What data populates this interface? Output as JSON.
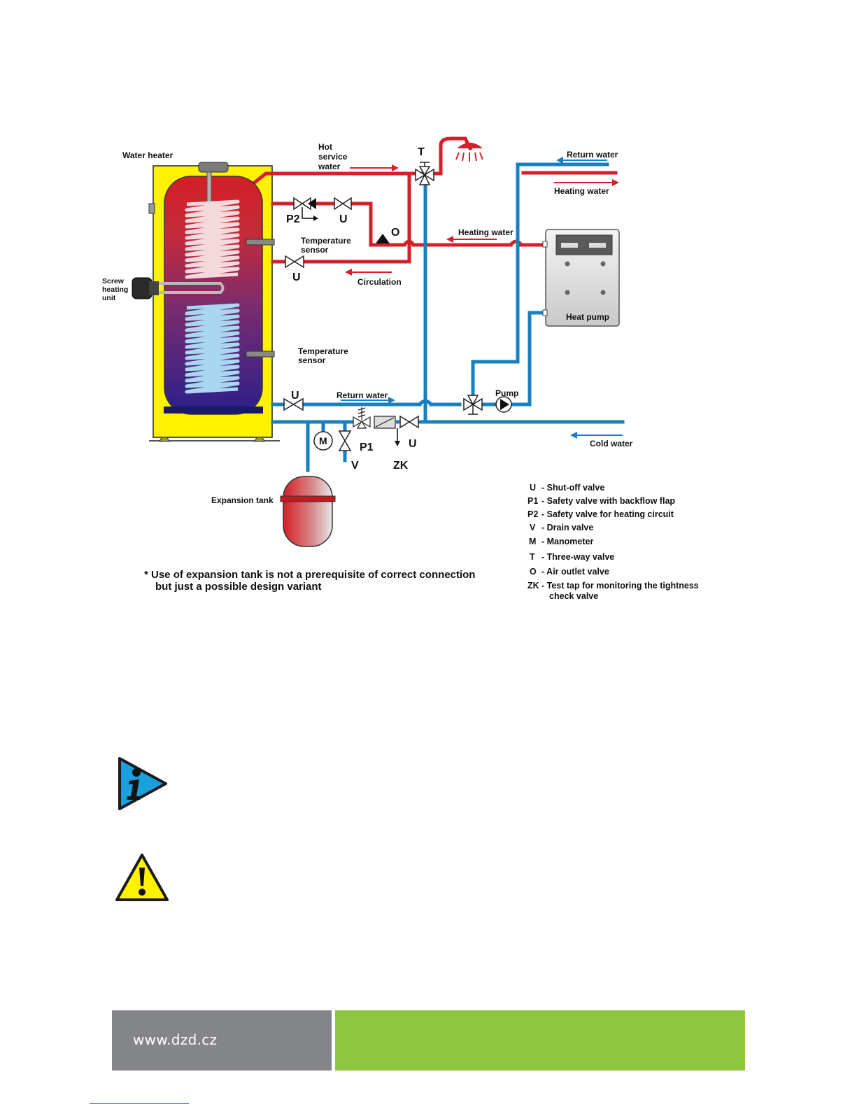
{
  "diagram": {
    "labels": {
      "water_heater": "Water heater",
      "hot_service_water": [
        "Hot",
        "service",
        "water"
      ],
      "three_way_top": "T",
      "return_water_top": "Return water",
      "heating_water_top": "Heating water",
      "p2": "P2",
      "u_top": "U",
      "air_outlet": "O",
      "temp_sensor_1": [
        "Temperature",
        "sensor"
      ],
      "heating_water_mid": "Heating water",
      "screw_heating_unit": [
        "Screw",
        "heating",
        "unit"
      ],
      "u_circ": "U",
      "circulation": "Circulation",
      "heat_pump": "Heat pump",
      "temp_sensor_2": [
        "Temperature",
        "sensor"
      ],
      "pump": "Pump",
      "u_return": "U",
      "return_water_mid": "Return water",
      "m": "M",
      "p1": "P1",
      "u_cold": "U",
      "v": "V",
      "zk": "ZK",
      "cold_water": "Cold water",
      "expansion_tank": "Expansion tank"
    },
    "note": [
      "* Use of expansion tank is not a prerequisite of correct connection",
      "but just a possible design variant"
    ],
    "legend": [
      {
        "code": "U",
        "text": "- Shut-off valve"
      },
      {
        "code": "P1",
        "text": "- Safety valve with backflow flap"
      },
      {
        "code": "P2",
        "text": "- Safety valve for heating circuit"
      },
      {
        "code": "V",
        "text": "- Drain valve"
      },
      {
        "code": "M",
        "text": "- Manometer"
      },
      {
        "code": "T",
        "text": "- Three-way valve"
      },
      {
        "code": "O",
        "text": "- Air outlet valve"
      },
      {
        "code": "ZK",
        "text": "- Test tap for monitoring the tightness"
      }
    ],
    "legend_cont": "check valve",
    "colors": {
      "hot": "#d3202a",
      "cold": "#1a7fc1",
      "casing": "#fff200"
    }
  },
  "icons": [
    "info-icon",
    "warning-icon"
  ],
  "footer": {
    "url": "www.dzd.cz",
    "left_color": "#848588",
    "right_color": "#8ec63f"
  }
}
